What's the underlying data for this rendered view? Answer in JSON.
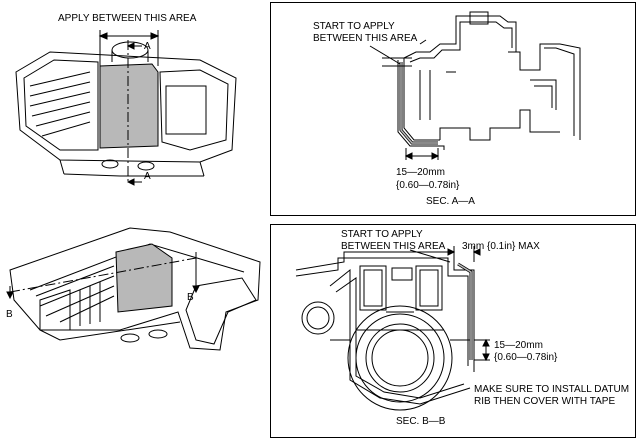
{
  "top_left": {
    "caption": "APPLY BETWEEN THIS AREA",
    "section_mark_top": "A",
    "section_mark_bottom": "A"
  },
  "top_right": {
    "start_line1": "START TO APPLY",
    "start_line2": "BETWEEN THIS AREA",
    "dim_mm": "15—20mm",
    "dim_in": "{0.60—0.78in}",
    "section_title": "SEC. A—A"
  },
  "bottom_left": {
    "mark_left": "B",
    "mark_right": "B"
  },
  "bottom_right": {
    "start_line1": "START TO APPLY",
    "start_line2": "BETWEEN THIS AREA",
    "gap_dim": "3mm {0.1in} MAX",
    "dim_mm": "15—20mm",
    "dim_in": "{0.60—0.78in}",
    "note_line1": "MAKE SURE TO INSTALL DATUM",
    "note_line2": "RIB THEN COVER WITH TAPE",
    "section_title": "SEC. B—B"
  }
}
